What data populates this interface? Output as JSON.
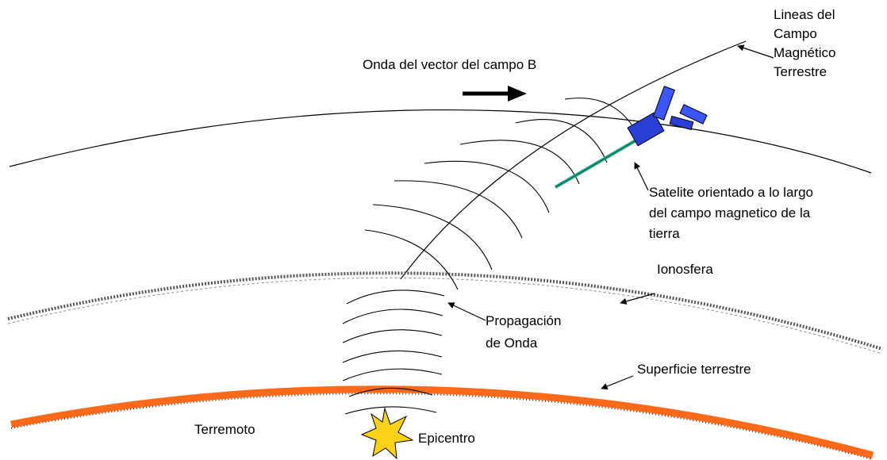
{
  "labels": {
    "field_lines": [
      "Lineas del",
      "Campo",
      "Magnético",
      "Terrestre"
    ],
    "b_wave": "Onda del vector del campo B",
    "satellite": [
      "Satelite orientado a lo largo",
      "del campo magnetico de la",
      "tierra"
    ],
    "ionosphere": "Ionosfera",
    "propagation": [
      "Propagación",
      "de Onda"
    ],
    "earth_surface": "Superficie terrestre",
    "earthquake": "Terremoto",
    "epicenter": "Epicentro"
  },
  "colors": {
    "earth_surface": "#ff6a1a",
    "satellite_body": "#2a3fd6",
    "satellite_boom": "#1aa58a",
    "epicenter_burst": "#ffd21a",
    "ionosphere": "#555555"
  },
  "icons": {
    "satellite": "satellite-icon",
    "epicenter": "explosion-star-icon",
    "direction": "arrow-right-icon"
  }
}
